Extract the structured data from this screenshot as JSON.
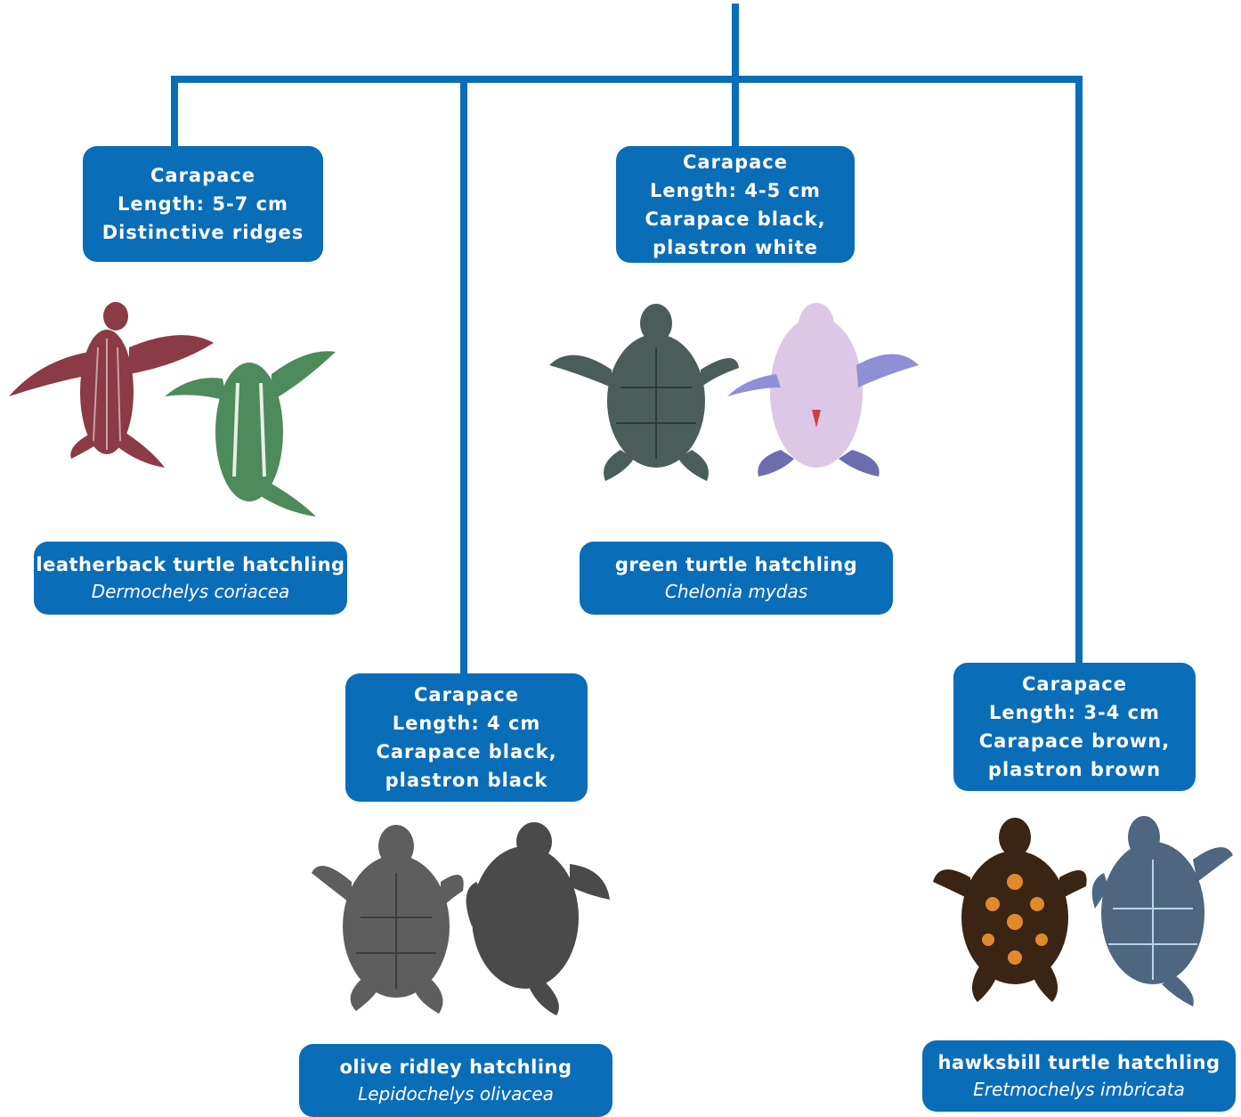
{
  "colors": {
    "accent": "#0a6db8",
    "background": "#ffffff"
  },
  "species": [
    {
      "id": "leatherback",
      "carapace": {
        "title": "Carapace",
        "length": "Length: 5-7 cm",
        "line3": "Distinctive ridges",
        "line4": ""
      },
      "common_name": "leatherback turtle hatchling",
      "scientific_name": "Dermochelys coriacea",
      "photo_colors": {
        "left": "#8a3b45",
        "right": "#4d8a5c"
      }
    },
    {
      "id": "green",
      "carapace": {
        "title": "Carapace",
        "length": "Length: 4-5 cm",
        "line3": "Carapace black,",
        "line4": "plastron white"
      },
      "common_name": "green turtle hatchling",
      "scientific_name": "Chelonia mydas",
      "photo_colors": {
        "left": "#4b5d5a",
        "right": "#dcc8e6"
      }
    },
    {
      "id": "olive-ridley",
      "carapace": {
        "title": "Carapace",
        "length": "Length: 4 cm",
        "line3": "Carapace black,",
        "line4": "plastron black"
      },
      "common_name": "olive ridley hatchling",
      "scientific_name": "Lepidochelys olivacea",
      "photo_colors": {
        "left": "#5e5e5e",
        "right": "#4a4a4a"
      }
    },
    {
      "id": "hawksbill",
      "carapace": {
        "title": "Carapace",
        "length": "Length: 3-4 cm",
        "line3": "Carapace brown,",
        "line4": "plastron brown"
      },
      "common_name": "hawksbill turtle hatchling",
      "scientific_name": "Eretmochelys imbricata",
      "photo_colors": {
        "left": "#3a2414",
        "right": "#4e6680"
      }
    }
  ]
}
